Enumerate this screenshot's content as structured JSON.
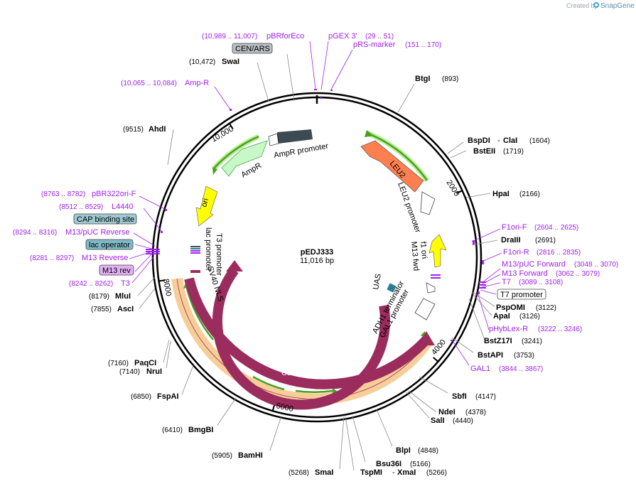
{
  "brand": {
    "created_by": "Created by",
    "name": "SnapGene"
  },
  "plasmid": {
    "name": "pEDJ333",
    "length": "11,016 bp"
  },
  "colors": {
    "cas9": "#9b2c5e",
    "amp": "#c8f7c8",
    "ampr_promoter": "#3d4a52",
    "leu2": "#ff7f50",
    "ori": "#ffff00",
    "f1ori": "#ffff00",
    "uas": "#2a7f8f",
    "primer": "#a020f0",
    "arrow_orange": "#f0a040",
    "arrow_green": "#48a020"
  },
  "ticks": [
    {
      "label": "2000",
      "pos": 2000
    },
    {
      "label": "4000",
      "pos": 4000
    },
    {
      "label": "6000",
      "pos": 6000
    },
    {
      "label": "8000",
      "pos": 8000
    },
    {
      "label": "10,000",
      "pos": 10000
    }
  ],
  "sites": [
    {
      "name": "BtgI",
      "coord": "(893)"
    },
    {
      "name": "BspDI",
      "coord": "(1604)",
      "alt": "ClaI"
    },
    {
      "name": "BstEII",
      "coord": "(1719)"
    },
    {
      "name": "HpaI",
      "coord": "(2166)"
    },
    {
      "name": "DraIII",
      "coord": "(2691)"
    },
    {
      "name": "PspOMI",
      "coord": "(3122)"
    },
    {
      "name": "ApaI",
      "coord": "(3126)"
    },
    {
      "name": "BstZ17I",
      "coord": "(3241)"
    },
    {
      "name": "BstAPI",
      "coord": "(3753)"
    },
    {
      "name": "SbfI",
      "coord": "(4147)"
    },
    {
      "name": "NdeI",
      "coord": "(4378)"
    },
    {
      "name": "SalI",
      "coord": "(4440)"
    },
    {
      "name": "BlpI",
      "coord": "(4848)"
    },
    {
      "name": "Bsu36I",
      "coord": "(5166)"
    },
    {
      "name": "TspMI",
      "coord": "(5266)",
      "alt": "XmaI"
    },
    {
      "name": "SmaI",
      "coord": "(5268)"
    },
    {
      "name": "BamHI",
      "coord": "(5905)"
    },
    {
      "name": "BmgBI",
      "coord": "(6410)"
    },
    {
      "name": "FspAI",
      "coord": "(6850)"
    },
    {
      "name": "NruI",
      "coord": "(7140)"
    },
    {
      "name": "PaqCI",
      "coord": "(7160)"
    },
    {
      "name": "AscI",
      "coord": "(7855)"
    },
    {
      "name": "MluI",
      "coord": "(8179)"
    },
    {
      "name": "AhdI",
      "coord": "(9515)"
    },
    {
      "name": "SwaI",
      "coord": "(10,472)"
    }
  ],
  "primers": [
    {
      "name": "pBRforEco",
      "coord": "(10,989 .. 11,007)"
    },
    {
      "name": "pGEX 3'",
      "coord": "(29 .. 51)"
    },
    {
      "name": "pRS-marker",
      "coord": "(151 .. 170)"
    },
    {
      "name": "Amp-R",
      "coord": "(10,065 .. 10,084)"
    },
    {
      "name": "pBR322ori-F",
      "coord": "(8763 .. 8782)"
    },
    {
      "name": "L4440",
      "coord": "(8512 .. 8529)"
    },
    {
      "name": "M13/pUC Reverse",
      "coord": "(8294 .. 8316)"
    },
    {
      "name": "M13 Reverse",
      "coord": "(8281 .. 8297)"
    },
    {
      "name": "T3",
      "coord": "(8242 .. 8262)"
    },
    {
      "name": "F1ori-F",
      "coord": "(2604 .. 2625)"
    },
    {
      "name": "F1ori-R",
      "coord": "(2816 .. 2835)"
    },
    {
      "name": "M13/pUC Forward",
      "coord": "(3048 .. 3070)"
    },
    {
      "name": "M13 Forward",
      "coord": "(3062 .. 3079)"
    },
    {
      "name": "T7",
      "coord": "(3089 .. 3108)"
    },
    {
      "name": "pHybLex-R",
      "coord": "(3222 .. 3246)"
    },
    {
      "name": "GAL1",
      "coord": "(3844 .. 3867)"
    }
  ],
  "boxed_features": [
    {
      "name": "CEN/ARS"
    },
    {
      "name": "CAP binding site"
    },
    {
      "name": "lac operator"
    },
    {
      "name": "M13 rev"
    },
    {
      "name": "T7 promoter"
    }
  ],
  "features": {
    "cas9": "Cas9",
    "ampr": "AmpR",
    "ampr_promoter": "AmpR promoter",
    "leu2": "LEU2",
    "leu2_promoter": "LEU2 promoter",
    "ori": "ori",
    "f1_ori": "f1 ori",
    "m13_fwd": "M13 fwd",
    "uas": "UAS",
    "adh1_terminator": "ADH1 terminator",
    "gal1_promoter": "GAL1 promoter",
    "lac_promoter": "lac promoter",
    "t3_promoter": "T3 promoter",
    "sv40_nls": "SV40 NLS"
  }
}
